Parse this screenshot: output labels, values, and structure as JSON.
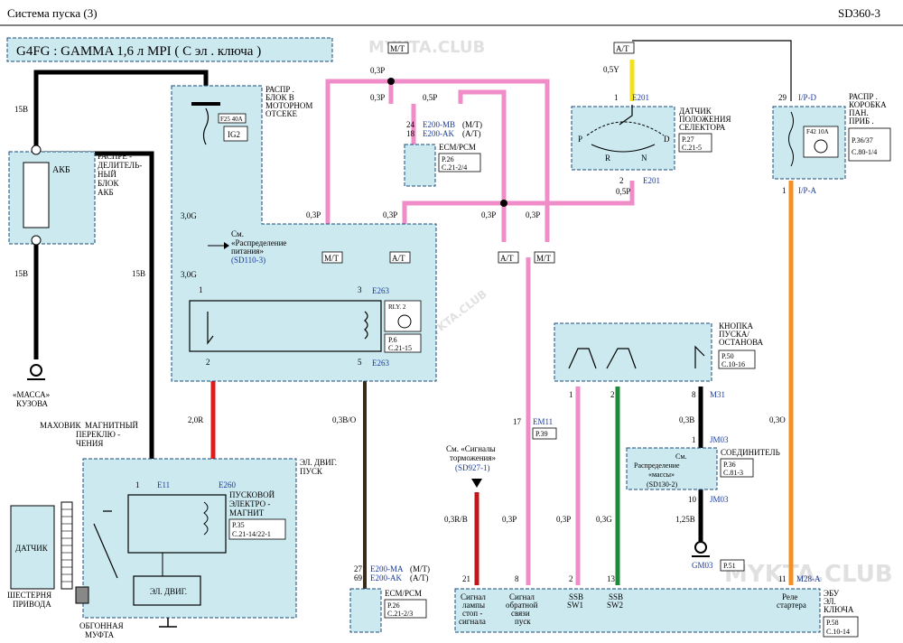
{
  "header": {
    "title": "Система    пуска (3)",
    "code": "SD360-3"
  },
  "subtitle": "G4FG : GAMMA 1,6  л  MPI ( С  эл . ключа  )",
  "watermark": "MYKTA.CLUB",
  "components": {
    "battery": {
      "label": "АКБ",
      "desc": [
        "РАСПРЕ -",
        "ДЕЛИТЕЛЬ-",
        "НЫЙ",
        "БЛОК",
        "АКБ"
      ]
    },
    "engine_box": {
      "desc": [
        "РАСПР .",
        "БЛОК  В",
        "МОТОРНОМ",
        "ОТСЕКЕ"
      ],
      "fuse": "F25 40A",
      "ig2": "IG2",
      "rly": "RLY. 2",
      "rly_refs": [
        "P.6",
        "C.21-15"
      ]
    },
    "see_power": {
      "lines": [
        "См.",
        "«Распределение",
        "питания»"
      ],
      "ref": "(SD110-3)"
    },
    "ecm_top": {
      "label": "ECM/PCM",
      "refs": [
        "P.26",
        "C.21-2/4"
      ],
      "pins": [
        "24",
        "18"
      ],
      "conns": [
        "E200-MB",
        "E200-AK"
      ],
      "suffix": [
        "(M/T)",
        "(A/T)"
      ]
    },
    "selector": {
      "desc": [
        "ДАТЧИК",
        "ПОЛОЖЕНИЯ",
        "СЕЛЕКТОРА"
      ],
      "refs": [
        "P.27",
        "C.21-5"
      ],
      "pos": [
        "P",
        "R",
        "N",
        "D"
      ]
    },
    "pan_box": {
      "desc": [
        "РАСПР .",
        "КОРОБКА",
        "ПАН.",
        "ПРИБ ."
      ],
      "fuse": "F42 10A",
      "refs": [
        "P.36/37",
        "C.80-1/4"
      ]
    },
    "ground_body": [
      "«МАССА»",
      "КУЗОВА"
    ],
    "flywheel": [
      "МАХОВИК",
      "МАГНИТНЫЙ",
      "ПЕРЕКЛЮ -",
      "ЧЕНИЯ"
    ],
    "sensor": "ДАТЧИК",
    "gear": [
      "ШЕСТЕРНЯ",
      "ПРИВОДА"
    ],
    "clutch": [
      "ОБГОННАЯ",
      "МУФТА"
    ],
    "motor_box": {
      "title": [
        "ЭЛ. ДВИГ.",
        "ПУСК"
      ],
      "desc": [
        "ПУСКОВОЙ",
        "ЭЛЕКТРО -",
        "МАГНИТ"
      ],
      "refs": [
        "P.35",
        "C.21-14/22-1"
      ],
      "motor": "ЭЛ. ДВИГ."
    },
    "see_brake": {
      "lines": [
        "См. «Сигналы",
        "торможения»"
      ],
      "ref": "(SD927-1)"
    },
    "ecm_bottom": {
      "label": "ECM/PCM",
      "refs": [
        "P.26",
        "C.21-2/3"
      ],
      "pins": [
        "27",
        "69"
      ],
      "conns": [
        "E200-MA",
        "E200-AK"
      ],
      "suffix": [
        "(M/T)",
        "(A/T)"
      ]
    },
    "start_button": {
      "desc": [
        "КНОПКА",
        "ПУСКА/",
        "ОСТАНОВА"
      ],
      "refs": [
        "P.50",
        "C.10-16"
      ]
    },
    "connector": {
      "desc": "СОЕДИНИТЕЛЬ",
      "inner": [
        "См.",
        "Распределение",
        "«массы»"
      ],
      "ref": "(SD130-2)",
      "refs": [
        "P.36",
        "C.81-3"
      ]
    },
    "smart_key": {
      "desc": [
        "ЭБУ",
        "ЭЛ.",
        "КЛЮЧА"
      ],
      "refs": [
        "P.58",
        "C.10-14"
      ],
      "pins": [
        {
          "n": "21",
          "lines": [
            "Сигнал",
            "лампы",
            "стоп -",
            "сигнала"
          ]
        },
        {
          "n": "8",
          "lines": [
            "Сигнал",
            "обратной",
            "связи",
            "пуск"
          ]
        },
        {
          "n": "2",
          "lines": [
            "SSB",
            "SW1"
          ]
        },
        {
          "n": "13",
          "lines": [
            "SSB",
            "SW2"
          ]
        },
        {
          "n": "11",
          "lines": [
            "Реле",
            "стартера"
          ]
        }
      ]
    }
  },
  "wires": {
    "w15b": "15B",
    "w3g": "3,0G",
    "w2r": "2,0R",
    "w03bo": "0,3B/O",
    "w03p": "0,3P",
    "w05p": "0,5P",
    "w05y": "0,5Y",
    "w03rb": "0,3R/B",
    "w03g": "0,3G",
    "w03b": "0,3B",
    "w125b": "1,25B",
    "w03o": "0,3O"
  },
  "labels": {
    "mt": "M/T",
    "at": "A/T",
    "e201": "E201",
    "e263": "E263",
    "e11": "E11",
    "e260": "E260",
    "em11": "EM11",
    "p39": "P.39",
    "m31": "M31",
    "jm03": "JM03",
    "gm03": "GM03",
    "p51": "P.51",
    "m28a": "M28-A",
    "ipd": "I/P-D",
    "ipa": "I/P-A"
  }
}
